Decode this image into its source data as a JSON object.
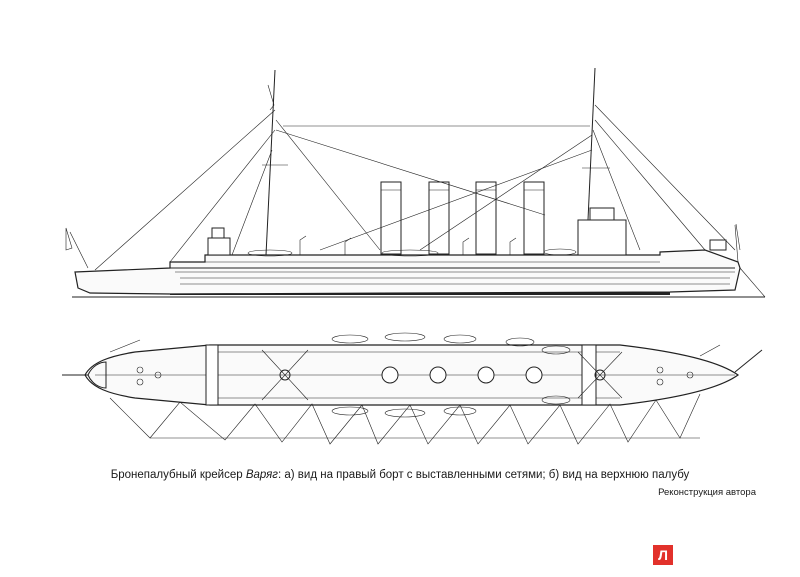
{
  "caption": {
    "prefix": "Бронепалубный крейсер ",
    "ship_name": "Варяг",
    "suffix": ": а) вид на правый борт с выставленными сетями; б) вид на верхнюю палубу"
  },
  "credit": "Реконструкция автора",
  "badge": "Л",
  "colors": {
    "line": "#222222",
    "badge": "#e2312b",
    "background": "#ffffff"
  }
}
